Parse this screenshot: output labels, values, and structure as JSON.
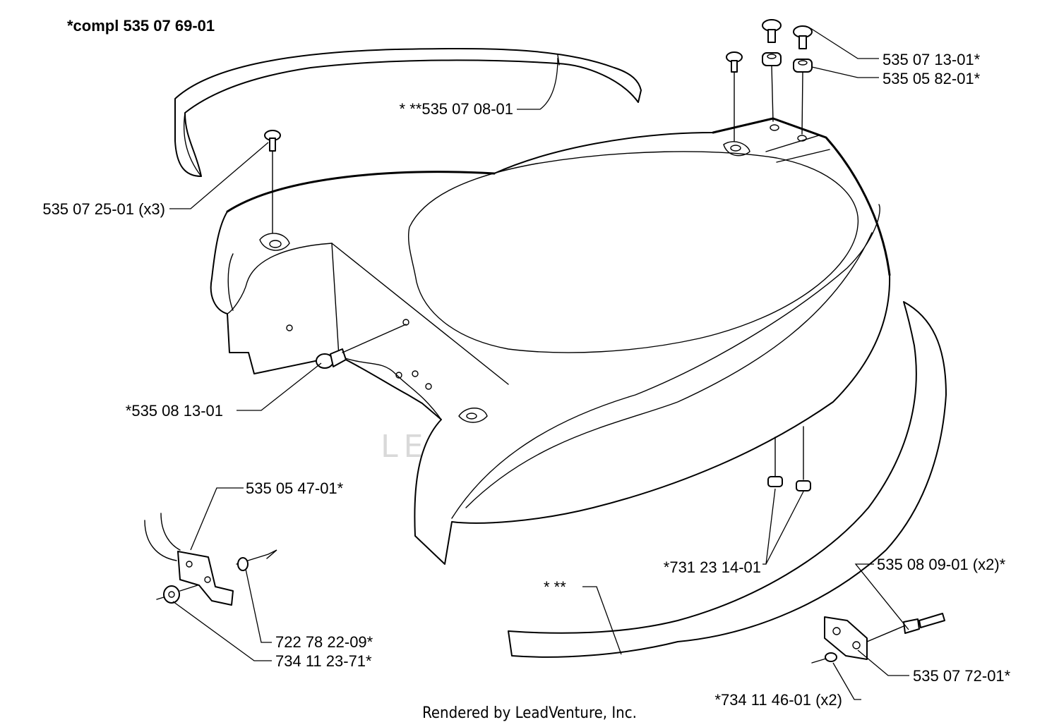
{
  "diagram": {
    "title": "*compl 535 07 69-01",
    "watermark": "LEADVENTURE",
    "credit": "Rendered by LeadVenture, Inc.",
    "labels": {
      "p535_07_13": "535 07 13-01*",
      "p535_05_82": "535 05 82-01*",
      "p535_07_08": "* **535 07 08-01",
      "p535_07_25": "535 07 25-01 (x3)",
      "p535_08_13": "*535 08 13-01",
      "p535_05_47": "535 05 47-01*",
      "p731_23_14": "*731 23 14-01",
      "p535_08_09": "535 08 09-01 (x2)*",
      "p_star": "* **",
      "p722_78_22": "722 78 22-09*",
      "p734_11_23": "734 11 23-71*",
      "p535_07_72": "535 07 72-01*",
      "p734_11_46": "*734 11 46-01 (x2)"
    }
  }
}
